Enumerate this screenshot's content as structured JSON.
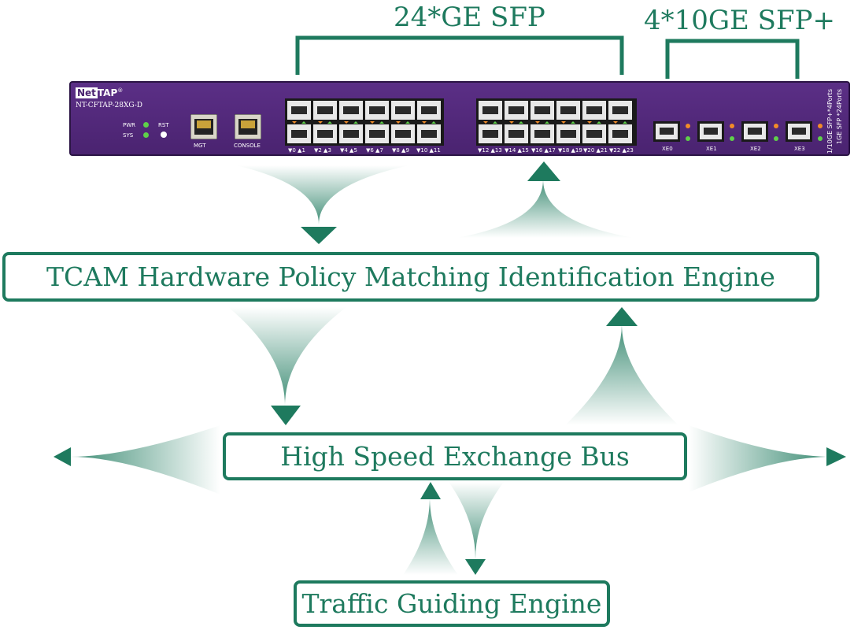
{
  "device": {
    "brand_net": "Net",
    "brand_tap": "TAP",
    "brand_reg": "®",
    "model": "NT-CFTAP-28XG-D",
    "led_pwr": "PWR",
    "led_sys": "SYS",
    "rst": "RST",
    "mgt": "MGT",
    "console": "CONSOLE",
    "port_labels_left": [
      "▼0 ▲1",
      "▼2 ▲3",
      "▼4 ▲5",
      "▼6 ▲7",
      "▼8 ▲9",
      "▼10 ▲11"
    ],
    "port_labels_right": [
      "▼12 ▲13",
      "▼14 ▲15",
      "▼16 ▲17",
      "▼18 ▲19",
      "▼20 ▲21",
      "▼22 ▲23"
    ],
    "xe_labels": [
      "XE0",
      "XE1",
      "XE2",
      "XE3"
    ],
    "side_label_1": "1/10GE SFP+*4Ports",
    "side_label_2": "1GE SFP *24Ports"
  },
  "brackets": {
    "ge_sfp": "24*GE SFP",
    "tenge_sfp": "4*10GE SFP+"
  },
  "boxes": {
    "tcam": "TCAM Hardware Policy Matching Identification Engine",
    "bus": "High Speed Exchange Bus",
    "guide": "Traffic Guiding Engine"
  },
  "colors": {
    "green": "#1e7a5e",
    "purple": "#4a2370"
  }
}
